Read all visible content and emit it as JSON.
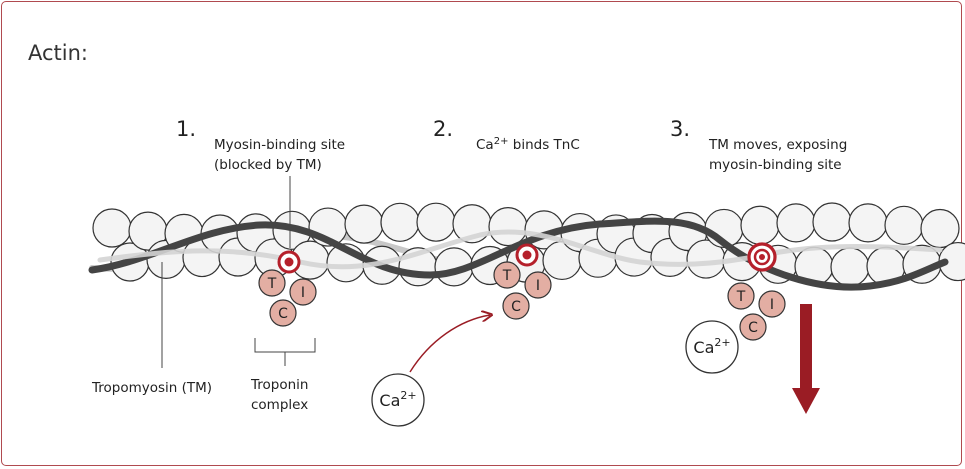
{
  "title": "Actin:",
  "steps": [
    {
      "number": "1.",
      "caption_lines": [
        "Myosin-binding site",
        "(blocked by TM)"
      ]
    },
    {
      "number": "2.",
      "caption_main": "Ca",
      "caption_sup": "2+",
      "caption_rest": " binds TnC"
    },
    {
      "number": "3.",
      "caption_lines": [
        "TM moves, exposing",
        "myosin-binding site"
      ]
    }
  ],
  "labels": {
    "tropomyosin": "Tropomyosin (TM)",
    "troponin_line1": "Troponin",
    "troponin_line2": "complex"
  },
  "troponin_letters": {
    "t": "T",
    "i": "I",
    "c": "C"
  },
  "calcium": {
    "symbol": "Ca",
    "charge": "2+"
  },
  "colors": {
    "border": "#b04a4f",
    "troponin": "#e3aea3",
    "binding_site": "#b5202b",
    "arrow": "#9a1c24",
    "tropomyosin_dark": "#444444",
    "tropomyosin_light": "#c8c8c8",
    "actin_bead": "#f4f4f4"
  }
}
